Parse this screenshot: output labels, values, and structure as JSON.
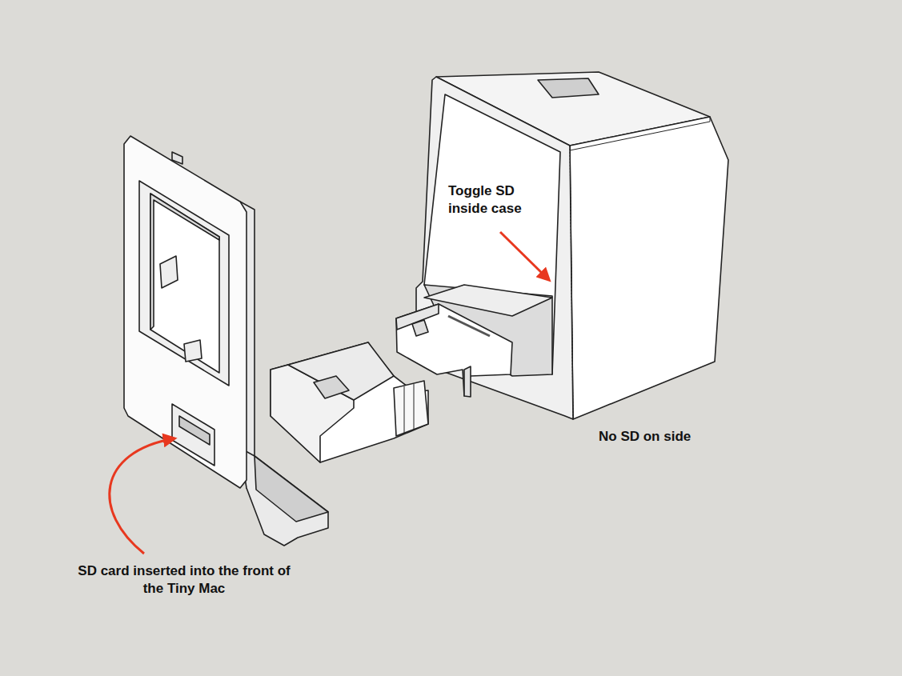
{
  "diagram": {
    "labels": [
      "Toggle SD inside case",
      "No SD on side",
      "SD card inserted into the front of the Tiny Mac"
    ]
  }
}
